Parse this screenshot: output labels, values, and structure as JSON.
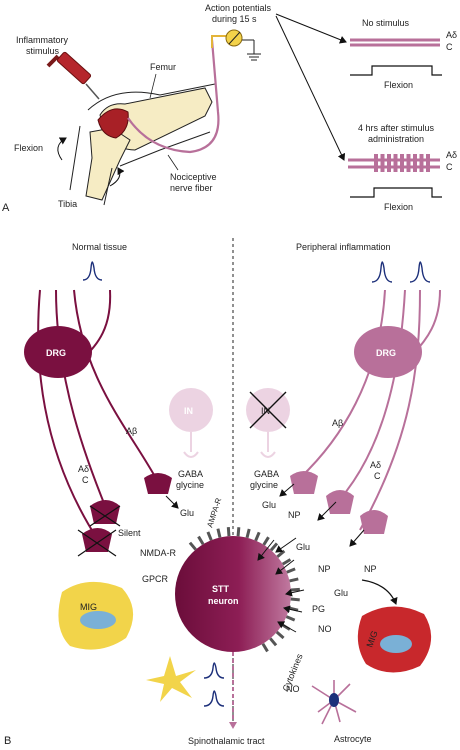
{
  "panel_a": {
    "panel_label": "A",
    "stimulus_label_1": "Inflammatory",
    "stimulus_label_2": "stimulus",
    "femur": "Femur",
    "tibia": "Tibia",
    "flexion": "Flexion",
    "nerve_1": "Nociceptive",
    "nerve_2": "nerve fiber",
    "ap_1": "Action potentials",
    "ap_2": "during 15 s",
    "no_stimulus": "No stimulus",
    "after_1": "4 hrs after stimulus",
    "after_2": "administration",
    "a_delta": "Aδ",
    "c_fiber": "C",
    "flexion_trace_1": "Flexion",
    "flexion_trace_2": "Flexion"
  },
  "panel_b": {
    "panel_label": "B",
    "normal_tissue": "Normal tissue",
    "peripheral_inflammation": "Peripheral inflammation",
    "drg": "DRG",
    "in": "IN",
    "gaba": "GABA",
    "glycine": "glycine",
    "a_beta": "Aβ",
    "a_delta": "Aδ",
    "c": "C",
    "glu": "Glu",
    "silent": "Silent",
    "ampa": "AMPA-R",
    "nmda": "NMDA-R",
    "gpcr": "GPCR",
    "stt_1": "STT",
    "stt_2": "neuron",
    "mig": "MIG",
    "np": "NP",
    "pg": "PG",
    "no": "NO",
    "cytokines": "Cytokines",
    "astrocyte": "Astrocyte",
    "spinothalamic": "Spinothalamic tract"
  },
  "colors": {
    "dark_maroon": "#7a1040",
    "light_pink": "#b8709a",
    "pale_pink": "#ecd3e2",
    "red": "#c8282c",
    "yellow": "#f2d44a",
    "blue": "#7ab0d6",
    "navy": "#1c2f7a"
  }
}
